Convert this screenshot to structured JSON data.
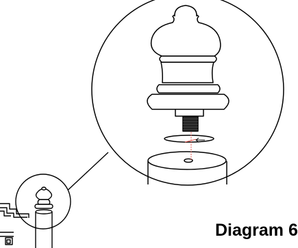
{
  "caption": {
    "text": "Diagram 6"
  },
  "colors": {
    "line": "#000000",
    "background": "#ffffff",
    "bore_marker": "#e5534b",
    "bolt_thread": "#222222"
  },
  "icons": {
    "zoom_connector": "callout-line",
    "finial": "newel-post-finial",
    "bolt": "threaded-bolt",
    "washer": "washer",
    "post": "newel-post-top"
  }
}
